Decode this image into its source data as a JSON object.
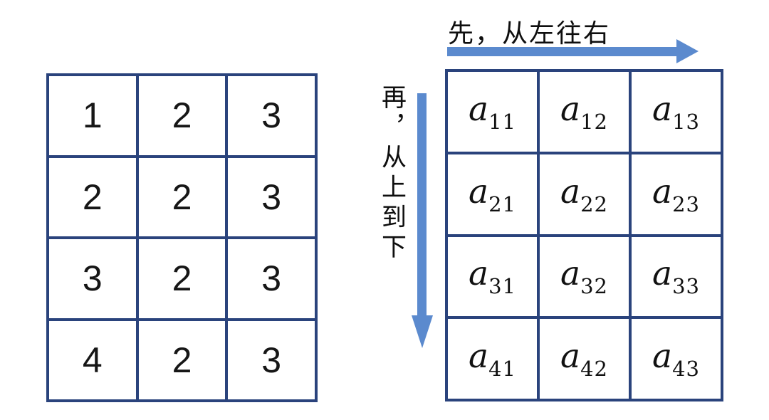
{
  "labels": {
    "horizontal": "先，从左往右",
    "vertical": "再，从上到下"
  },
  "tables": {
    "left": {
      "rows": [
        [
          "1",
          "2",
          "3"
        ],
        [
          "2",
          "2",
          "3"
        ],
        [
          "3",
          "2",
          "3"
        ],
        [
          "4",
          "2",
          "3"
        ]
      ]
    },
    "right": {
      "rows": [
        [
          {
            "v": "a",
            "s": "11"
          },
          {
            "v": "a",
            "s": "12"
          },
          {
            "v": "a",
            "s": "13"
          }
        ],
        [
          {
            "v": "a",
            "s": "21"
          },
          {
            "v": "a",
            "s": "22"
          },
          {
            "v": "a",
            "s": "23"
          }
        ],
        [
          {
            "v": "a",
            "s": "31"
          },
          {
            "v": "a",
            "s": "32"
          },
          {
            "v": "a",
            "s": "33"
          }
        ],
        [
          {
            "v": "a",
            "s": "41"
          },
          {
            "v": "a",
            "s": "42"
          },
          {
            "v": "a",
            "s": "43"
          }
        ]
      ]
    }
  },
  "colors": {
    "table_border": "#2a437c",
    "arrow": "#5b8ace",
    "text": "#141414"
  }
}
